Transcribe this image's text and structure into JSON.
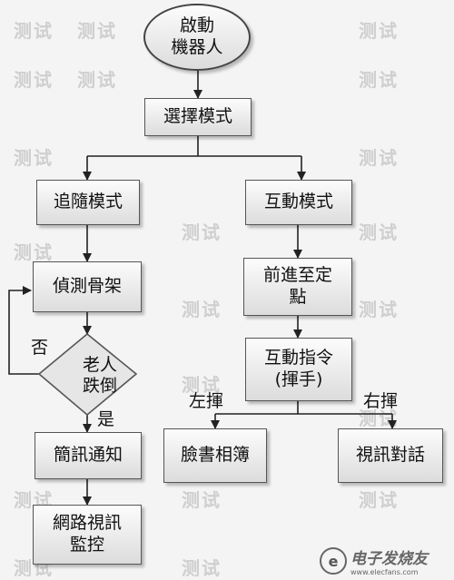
{
  "nodes": {
    "start": [
      "啟動",
      "機器人"
    ],
    "select_mode": "選擇模式",
    "follow_mode": "追隨模式",
    "interactive_mode": "互動模式",
    "detect_skeleton": "偵測骨架",
    "elderly_fall": [
      "老人",
      "跌倒"
    ],
    "goto_point": [
      "前進至定",
      "點"
    ],
    "interactive_cmd": [
      "互動指令",
      "(揮手)"
    ],
    "sms_notify": "簡訊通知",
    "facebook_album": "臉書相簿",
    "video_call": "視訊對話",
    "network_monitor": [
      "網路視訊",
      "監控"
    ]
  },
  "edge_labels": {
    "no": "否",
    "yes": "是",
    "left_wave": "左揮",
    "right_wave": "右揮"
  },
  "watermark": "测试",
  "logo": {
    "cn": "电子发烧友",
    "en": "www.elecfans.com"
  }
}
